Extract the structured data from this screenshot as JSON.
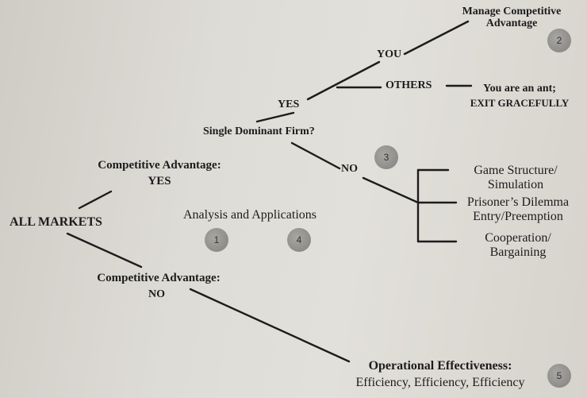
{
  "nodes": {
    "manage_line1": "Manage Competitive",
    "manage_line2": "Advantage",
    "you": "YOU",
    "others": "OTHERS",
    "ant_line1": "You are an ant;",
    "ant_line2": "EXIT GRACEFULLY",
    "yes_upper": "YES",
    "single_dominant": "Single Dominant Firm?",
    "no_upper": "NO",
    "ca_yes_line1": "Competitive Advantage:",
    "ca_yes_line2": "YES",
    "all_markets": "ALL MARKETS",
    "analysis": "Analysis and Applications",
    "ca_no_line1": "Competitive Advantage:",
    "ca_no_line2": "NO",
    "game_line1": "Game Structure/",
    "game_line2": "Simulation",
    "prisoner_line1": "Prisoner’s Dilemma",
    "prisoner_line2": "Entry/Preemption",
    "coop_line1": "Cooperation/",
    "coop_line2": "Bargaining",
    "op_line1": "Operational Effectiveness:",
    "op_line2": "Efficiency, Efficiency, Efficiency"
  },
  "badges": {
    "b1": "1",
    "b2": "2",
    "b3": "3",
    "b4": "4",
    "b5": "5"
  },
  "colors": {
    "ink": "#1c1c1c",
    "paper": "#dedcd6",
    "badge": "#908e8a"
  }
}
